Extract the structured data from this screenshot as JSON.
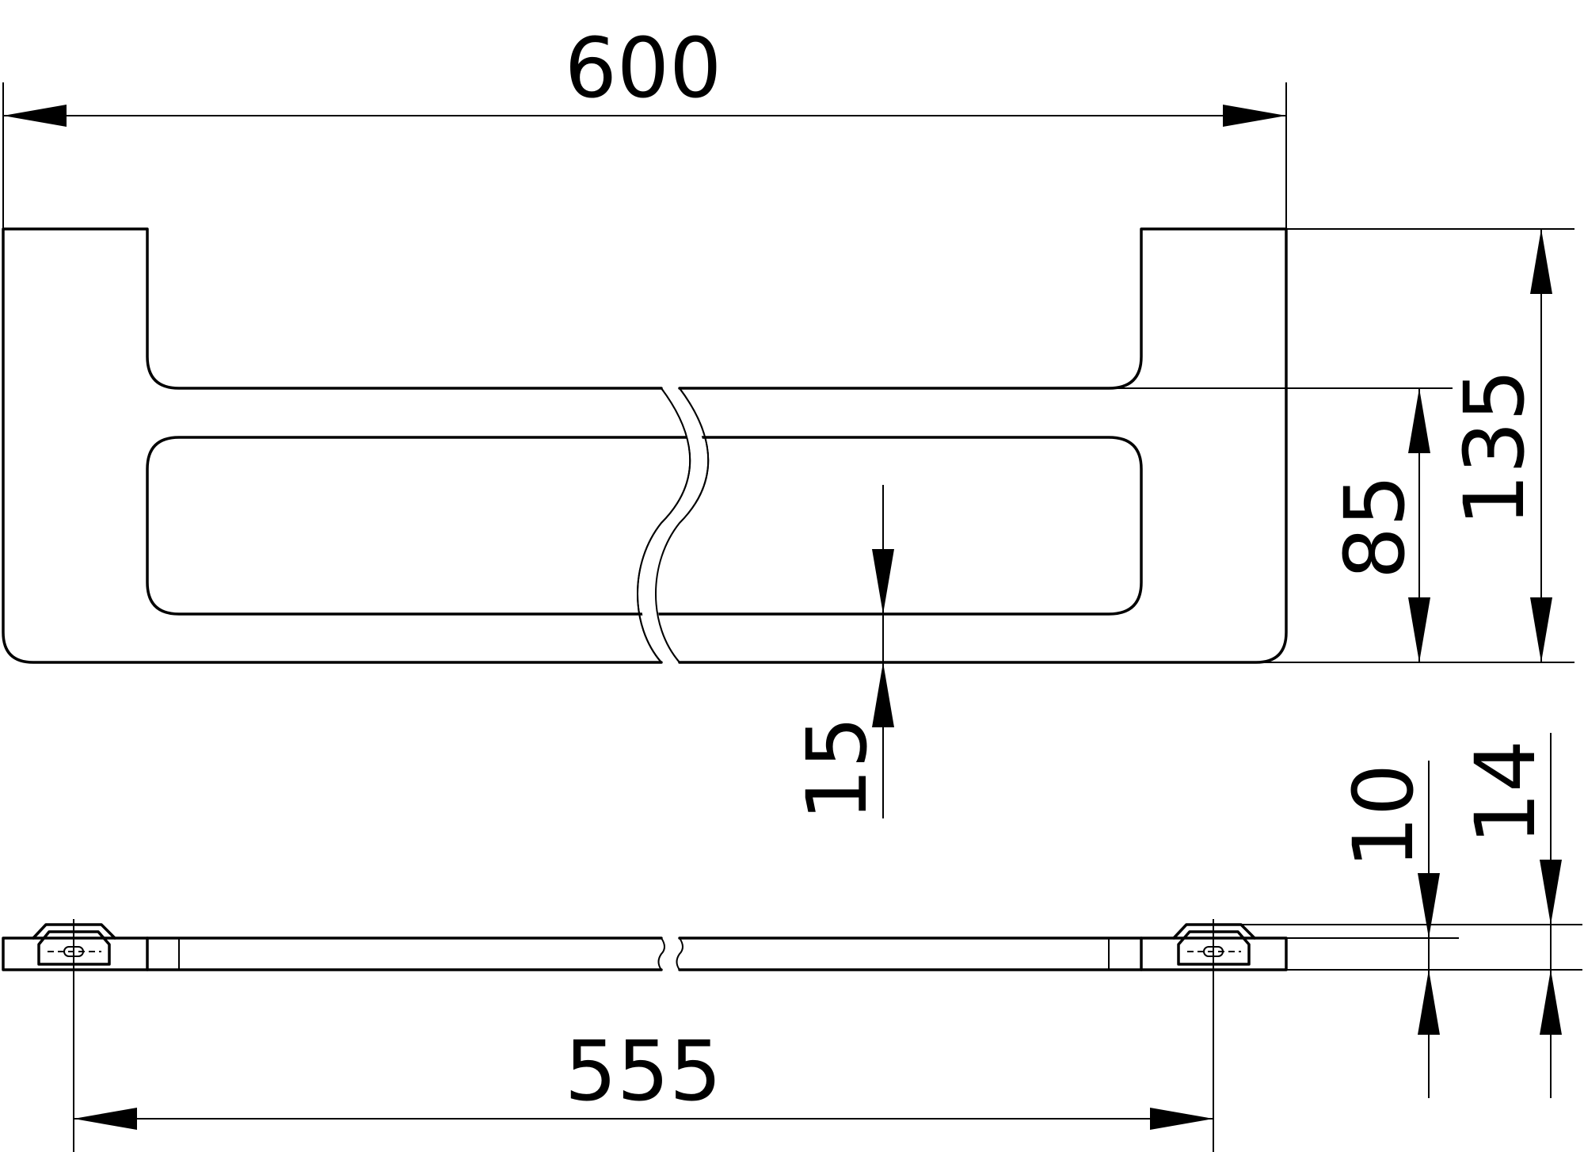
{
  "drawing": {
    "dimensions": {
      "overall_width": "600",
      "mounting_centers": "555",
      "height_total": "135",
      "inner_span": "85",
      "bar_thickness": "15",
      "bracket_depth_a": "10",
      "bracket_depth_b": "14"
    }
  }
}
